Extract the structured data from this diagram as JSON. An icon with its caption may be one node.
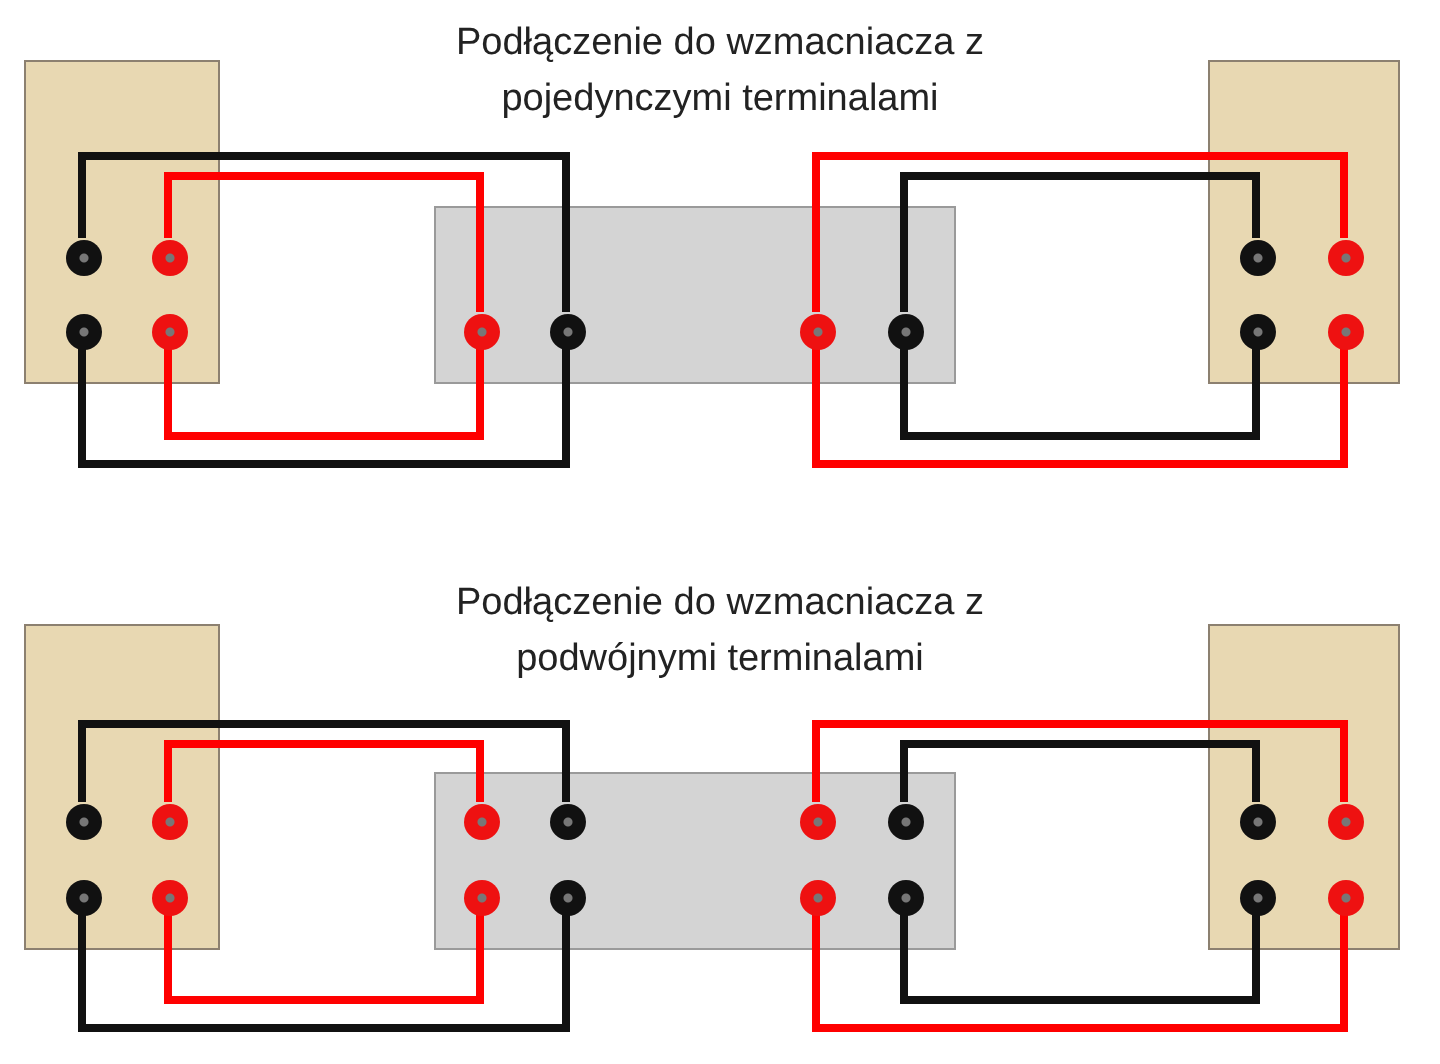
{
  "diagram": {
    "nodes": [
      {
        "text": [],
        "shape": "box"
      },
      {
        "text": [],
        "shape": "circle",
        "in": 0
      },
      {
        "text": [],
        "shape": "circle",
        "in": 0
      },
      {
        "text": [],
        "shape": "circle",
        "in": 0
      },
      {
        "text": [],
        "shape": "circle",
        "in": 0
      },
      {
        "text": [],
        "shape": "box"
      },
      {
        "text": [],
        "shape": "circle",
        "in": 5
      },
      {
        "text": [],
        "shape": "circle",
        "in": 5
      },
      {
        "text": [],
        "shape": "circle",
        "in": 5
      },
      {
        "text": [],
        "shape": "circle",
        "in": 5
      },
      {
        "text": [],
        "shape": "box"
      },
      {
        "text": [],
        "shape": "circle",
        "in": 10
      },
      {
        "text": [],
        "shape": "circle",
        "in": 10
      },
      {
        "text": [],
        "shape": "circle",
        "in": 10
      },
      {
        "text": [],
        "shape": "circle",
        "in": 10
      },
      {
        "text": [],
        "shape": "box"
      },
      {
        "text": [],
        "shape": "circle",
        "in": 15
      },
      {
        "text": [],
        "shape": "circle",
        "in": 15
      },
      {
        "text": [],
        "shape": "circle",
        "in": 15
      },
      {
        "text": [],
        "shape": "circle",
        "in": 15
      },
      {
        "text": [],
        "shape": "box"
      },
      {
        "text": [],
        "shape": "circle",
        "in": 20
      },
      {
        "text": [],
        "shape": "circle",
        "in": 20
      },
      {
        "text": [],
        "shape": "circle",
        "in": 20
      },
      {
        "text": [],
        "shape": "circle",
        "in": 20
      },
      {
        "text": [],
        "shape": "circle",
        "in": 20
      },
      {
        "text": [],
        "shape": "circle",
        "in": 20
      },
      {
        "text": [],
        "shape": "circle",
        "in": 20
      },
      {
        "text": [],
        "shape": "circle",
        "in": 20
      },
      {
        "text": [],
        "shape": "box"
      },
      {
        "text": [],
        "shape": "circle",
        "in": 29
      },
      {
        "text": [],
        "shape": "circle",
        "in": 29
      },
      {
        "text": [],
        "shape": "circle",
        "in": 29
      },
      {
        "text": [],
        "shape": "circle",
        "in": 29
      }
    ],
    "edges": [
      {
        "from": 1,
        "to": 7,
        "arrow": "none"
      },
      {
        "from": 2,
        "to": 6,
        "arrow": "none",
        "color": "#ff0000"
      },
      {
        "from": 3,
        "to": 7,
        "arrow": "none"
      },
      {
        "from": 4,
        "to": 6,
        "arrow": "none",
        "color": "#ff0000"
      },
      {
        "from": 8,
        "to": 12,
        "arrow": "none",
        "color": "#ff0000"
      },
      {
        "from": 8,
        "to": 14,
        "arrow": "none",
        "color": "#ff0000"
      },
      {
        "from": 9,
        "to": 11,
        "arrow": "none"
      },
      {
        "from": 9,
        "to": 13,
        "arrow": "none"
      },
      {
        "from": 16,
        "to": 22,
        "arrow": "none"
      },
      {
        "from": 17,
        "to": 21,
        "arrow": "none",
        "color": "#ff0000"
      },
      {
        "from": 18,
        "to": 26,
        "arrow": "none"
      },
      {
        "from": 19,
        "to": 25,
        "arrow": "none",
        "color": "#ff0000"
      },
      {
        "from": 23,
        "to": 31,
        "arrow": "none",
        "color": "#ff0000"
      },
      {
        "from": 27,
        "to": 33,
        "arrow": "none",
        "color": "#ff0000"
      },
      {
        "from": 24,
        "to": 30,
        "arrow": "none"
      },
      {
        "from": 28,
        "to": 32,
        "arrow": "none"
      }
    ],
    "labels": [
      "Podłączenie do wzmacniacza z pojedynczymi terminalami",
      "Podłączenie do wzmacniacza z podwójnymi terminalami"
    ]
  }
}
